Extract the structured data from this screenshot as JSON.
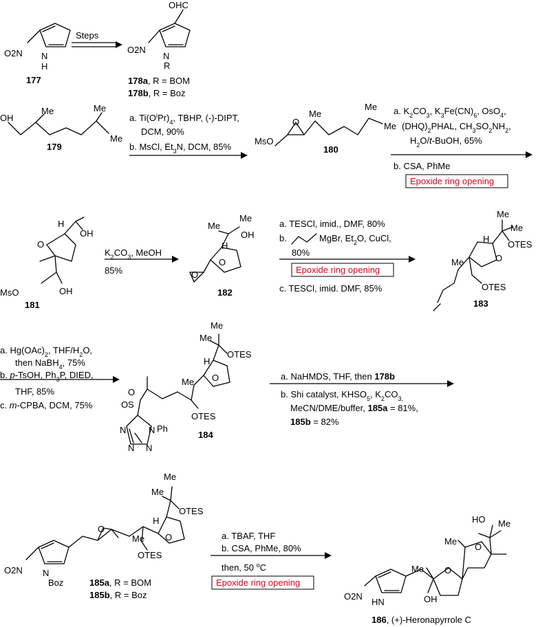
{
  "compounds": {
    "c177": {
      "label": "177",
      "atoms": [
        "O2N",
        "N",
        "H"
      ]
    },
    "c178": {
      "labels": [
        "178a",
        ", R = BOM",
        "178b",
        ", R = Boz"
      ],
      "atoms": [
        "OHC",
        "O2N",
        "N",
        "R"
      ]
    },
    "c179": {
      "label": "179",
      "atoms": [
        "OH",
        "Me",
        "Me",
        "Me"
      ]
    },
    "c180": {
      "label": "180",
      "atoms": [
        "MsO",
        "O",
        "Me",
        "Me",
        "Me"
      ]
    },
    "c181": {
      "label": "181",
      "atoms": [
        "H",
        "O",
        "OH",
        "MsO",
        "OH"
      ]
    },
    "c182": {
      "label": "182",
      "atoms": [
        "Me",
        "OH",
        "H",
        "O",
        "O"
      ]
    },
    "c183": {
      "label": "183",
      "atoms": [
        "Me",
        "Me",
        "H",
        "O",
        "OTES",
        "Me",
        "OTES"
      ]
    },
    "c184": {
      "label": "184",
      "atoms": [
        "Me",
        "Me",
        "OTES",
        "H",
        "O",
        "Me",
        "S",
        "O",
        "O",
        "OTES",
        "N",
        "N",
        "N",
        "N",
        "Ph"
      ]
    },
    "c185": {
      "labels": [
        "185a",
        ", R = BOM",
        "185b",
        ", R = Boz"
      ],
      "atoms": [
        "Me",
        "Me",
        "OTES",
        "H",
        "O",
        "Me",
        "O",
        "OTES",
        "O2N",
        "N",
        "Boz"
      ]
    },
    "c186": {
      "label": "186",
      "name": ", (+)-Heronapyrrole C",
      "atoms": [
        "HO",
        "Me",
        "Me",
        "O",
        "Me",
        "O",
        "O2N",
        "HN",
        "OH"
      ]
    }
  },
  "steps": {
    "s1": {
      "above": "Steps"
    },
    "s2": {
      "lines": [
        "a. Ti(O",
        "i",
        "Pr)",
        "4",
        ", TBHP, (-)-DIPT,",
        "DCM, 90%",
        "b. MsCl, Et",
        "3",
        "N, DCM, 85%"
      ]
    },
    "s3": {
      "lines": [
        "a. K",
        "2",
        "CO",
        "3",
        ", K",
        "3",
        "Fe(CN)",
        "6",
        ", OsO",
        "4",
        ",",
        "(DHQ)",
        "2",
        "PHAL, CH",
        "3",
        "SO",
        "2",
        "NH",
        "2",
        ",",
        "H",
        "2",
        "O/",
        "t",
        "-BuOH, 65%",
        "b. CSA, PhMe"
      ],
      "highlight": "Epoxide ring opening"
    },
    "s4": {
      "lines": [
        "K",
        "2",
        "CO",
        "3",
        ", MeOH",
        "85%"
      ]
    },
    "s5": {
      "lines": [
        "a. TESCl, imid., DMF, 80%",
        "b. ",
        "MgBr, Et",
        "2",
        "O, CuCl,",
        "80%",
        "c. TESCl, imid. DMF, 85%"
      ],
      "highlight": "Epoxide ring opening"
    },
    "s6": {
      "lines": [
        "a. Hg(OAc)",
        "2",
        ", THF/H",
        "2",
        "O,",
        "then NaBH",
        "4",
        ", 75%",
        "b. ",
        "p",
        "-TsOH, Ph",
        "3",
        "P, DIED,",
        "THF, 85%",
        "c. ",
        "m",
        "-CPBA, DCM, 75%"
      ]
    },
    "s7": {
      "lines": [
        "a. NaHMDS, THF, then ",
        "178b",
        "b. Shi catalyst, KHSO",
        "5",
        ", K",
        "2",
        "CO",
        "3,",
        "MeCN/DME/buffer, ",
        "185a",
        " = 81%,",
        "185b",
        " = 82%"
      ]
    },
    "s8": {
      "lines": [
        "a. TBAF, THF",
        "b. CSA, PhMe, 80%",
        "then, 50 ",
        "o",
        "C"
      ],
      "highlight": "Epoxide ring opening"
    }
  }
}
